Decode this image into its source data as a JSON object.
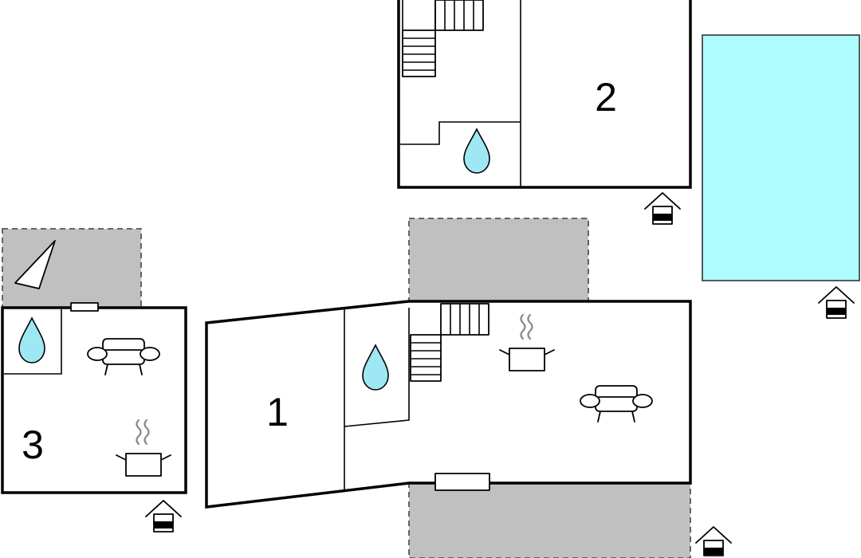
{
  "units": [
    {
      "id": "unit-1",
      "label": "1"
    },
    {
      "id": "unit-2",
      "label": "2"
    },
    {
      "id": "unit-3",
      "label": "3"
    }
  ],
  "legend_icons": [
    "entrance-icon",
    "bathroom-water-drop-icon",
    "kitchen-pot-icon",
    "sofa-icon",
    "stairs-icon",
    "fireplace-icon",
    "window",
    "terrace-area",
    "swimming-pool"
  ],
  "colors": {
    "wall": "#000000",
    "terrace": "#c0c0c0",
    "pool": "#aefcff",
    "water": "#9ee8f4",
    "steam": "#888888"
  }
}
